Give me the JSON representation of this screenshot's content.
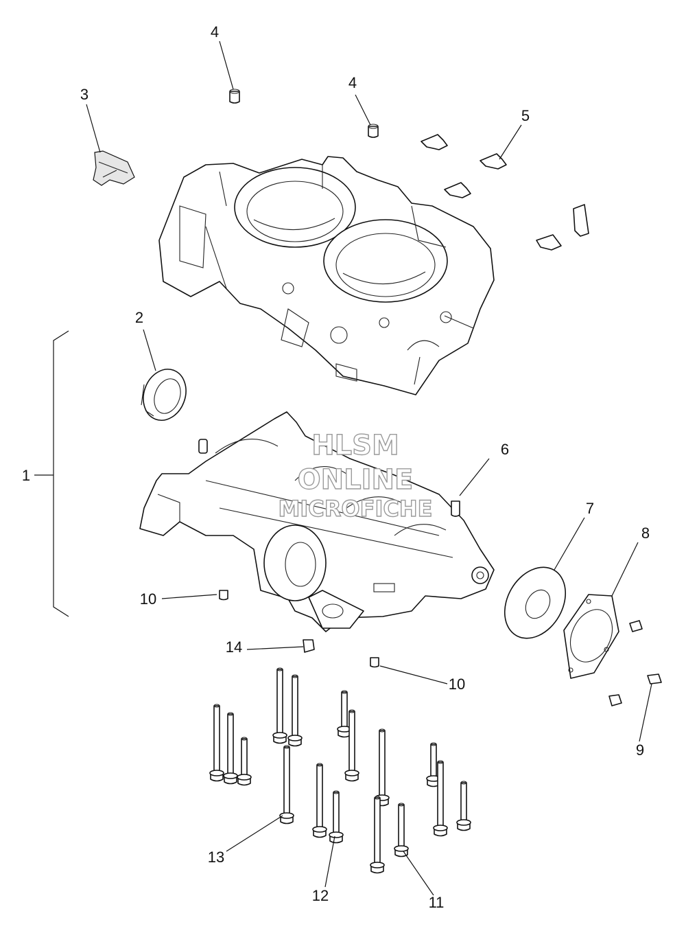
{
  "callouts": [
    {
      "id": "c1",
      "text": "1"
    },
    {
      "id": "c2",
      "text": "2"
    },
    {
      "id": "c3",
      "text": "3"
    },
    {
      "id": "c4a",
      "text": "4"
    },
    {
      "id": "c4b",
      "text": "4"
    },
    {
      "id": "c5",
      "text": "5"
    },
    {
      "id": "c6",
      "text": "6"
    },
    {
      "id": "c7",
      "text": "7"
    },
    {
      "id": "c8",
      "text": "8"
    },
    {
      "id": "c9",
      "text": "9"
    },
    {
      "id": "c10a",
      "text": "10"
    },
    {
      "id": "c10b",
      "text": "10"
    },
    {
      "id": "c11",
      "text": "11"
    },
    {
      "id": "c12",
      "text": "12"
    },
    {
      "id": "c13",
      "text": "13"
    },
    {
      "id": "c14",
      "text": "14"
    }
  ],
  "watermark": {
    "line1": "HLSM",
    "line2": "ONLINE",
    "line3": "MICROFICHE"
  }
}
